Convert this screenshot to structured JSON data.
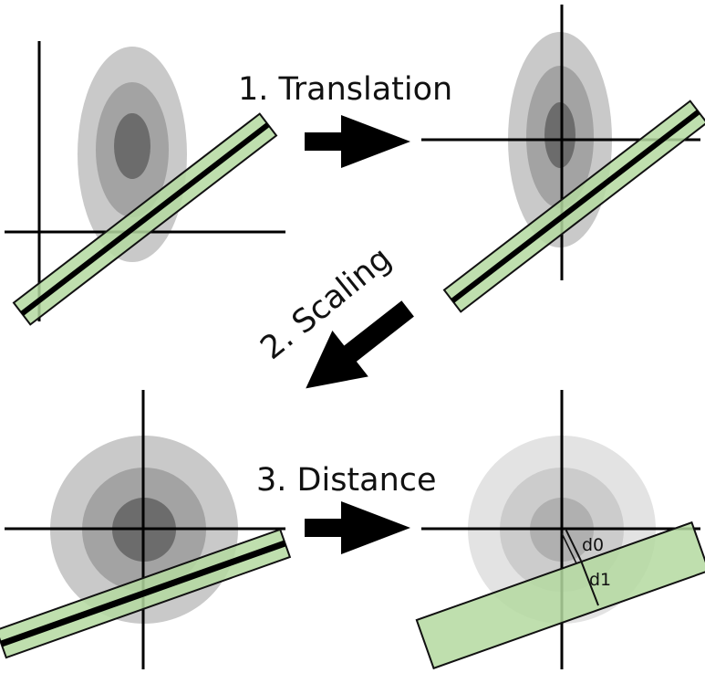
{
  "steps": {
    "translation": "1. Translation",
    "scaling": "2. Scaling",
    "distance": "3. Distance"
  },
  "distance_labels": {
    "d0": "d0",
    "d1": "d1"
  },
  "colors": {
    "band_fill": "#b4d9a0",
    "band_stroke": "#111111",
    "axis": "#000000",
    "arrow": "#000000",
    "ellipse_outer": "#c9c9c9",
    "ellipse_mid": "#a3a3a3",
    "ellipse_inner": "#6c6c6c",
    "circle_light_outer": "#e3e3e3",
    "circle_light_mid": "#cccccc",
    "circle_light_inner": "#b0b0b0"
  }
}
